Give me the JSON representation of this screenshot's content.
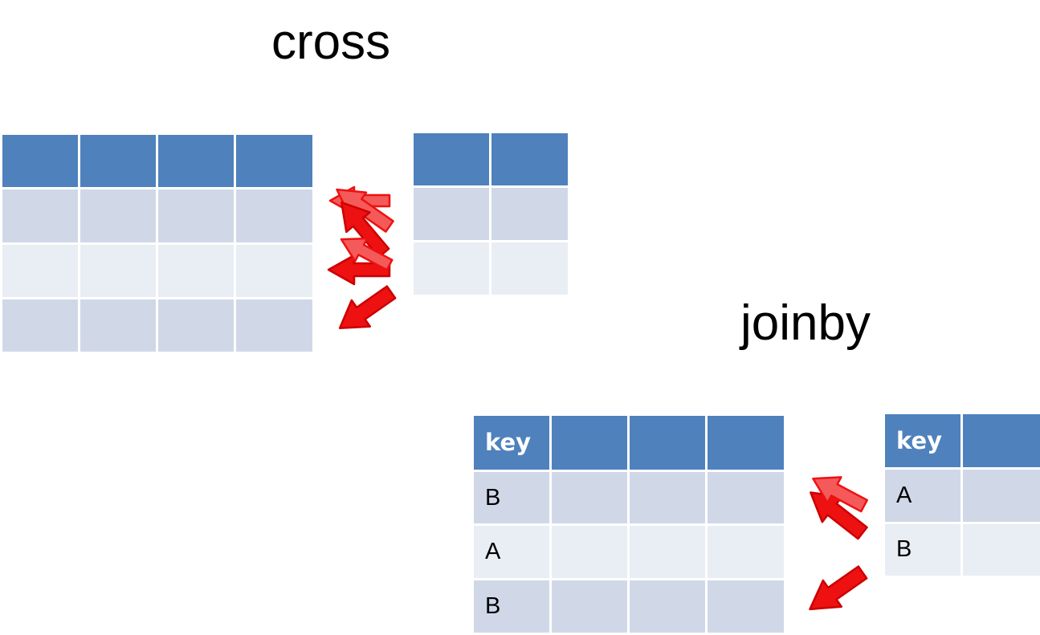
{
  "cross": {
    "title": "cross"
  },
  "joinby": {
    "title": "joinby",
    "left_table": {
      "header": "key",
      "rows": [
        "B",
        "A",
        "B"
      ]
    },
    "right_table": {
      "header": "key",
      "rows": [
        "A",
        "B"
      ]
    }
  },
  "colors": {
    "header": "#4f81bd",
    "row_dark": "#d0d8e8",
    "row_light": "#e9edf4",
    "arrow_fill": "#ee1111",
    "arrow_fill_light": "#f45a5a",
    "arrow_stroke": "#cc0000"
  }
}
